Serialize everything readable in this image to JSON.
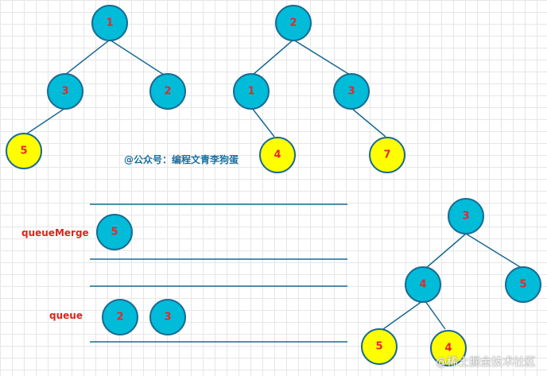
{
  "colors": {
    "node_fill": "#00bcd8",
    "leaf_fill": "#ffff00",
    "stroke": "#1a6a93",
    "edge": "#1a6a93",
    "node_text": "#e8262b",
    "label_text": "#d9261c",
    "watermark_text": "#1a6fa0"
  },
  "tree1": {
    "root": "1",
    "left": "3",
    "right": "2",
    "left_left": "5"
  },
  "tree2": {
    "root": "2",
    "left": "1",
    "right": "3",
    "left_right": "4",
    "right_right": "7"
  },
  "queue_merge": {
    "label": "queueMerge",
    "items": [
      "5"
    ]
  },
  "queue": {
    "label": "queue",
    "items": [
      "2",
      "3"
    ]
  },
  "result_tree": {
    "root": "3",
    "left": "4",
    "right": "5",
    "left_left": "5",
    "left_right": "4"
  },
  "watermark": "@公众号：编程文青李狗蛋",
  "site_watermark": "@稀土掘金技术社区"
}
